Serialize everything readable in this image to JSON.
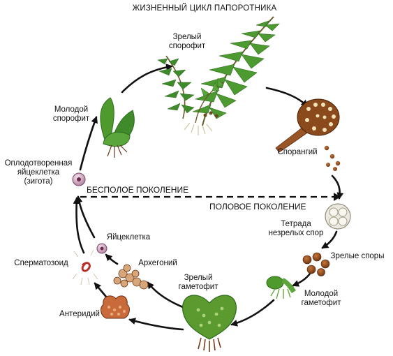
{
  "title": "ЖИЗНЕННЫЙ ЦИКЛ ПАПОРОТНИКА",
  "generations": {
    "asexual": "БЕСПОЛОЕ ПОКОЛЕНИЕ",
    "sexual": "ПОЛОВОЕ ПОКОЛЕНИЕ"
  },
  "stages": {
    "mature_sporophyte": [
      "Зрелый",
      "спорофит"
    ],
    "sporangium": "Спорангий",
    "tetrad": [
      "Тетрада",
      "незрелых спор"
    ],
    "mature_spores": "Зрелые споры",
    "young_gametophyte": [
      "Молодой",
      "гаметофит"
    ],
    "mature_gametophyte": [
      "Зрелый",
      "гаметофит"
    ],
    "archegonium": "Архегоний",
    "egg": "Яйцеклетка",
    "antheridium": "Антеридий",
    "sperm": "Сперматозоид",
    "zygote": [
      "Оплодотворенная",
      "яйцеклетка",
      "(зигота)"
    ],
    "young_sporophyte": [
      "Молодой",
      "спорофит"
    ]
  },
  "colors": {
    "arrow": "#111111",
    "leaf": "#3f8a2a",
    "leaf_dark": "#2b6a1c",
    "brown": "#8a4a1c",
    "gametophyte": "#5a9a2e"
  }
}
